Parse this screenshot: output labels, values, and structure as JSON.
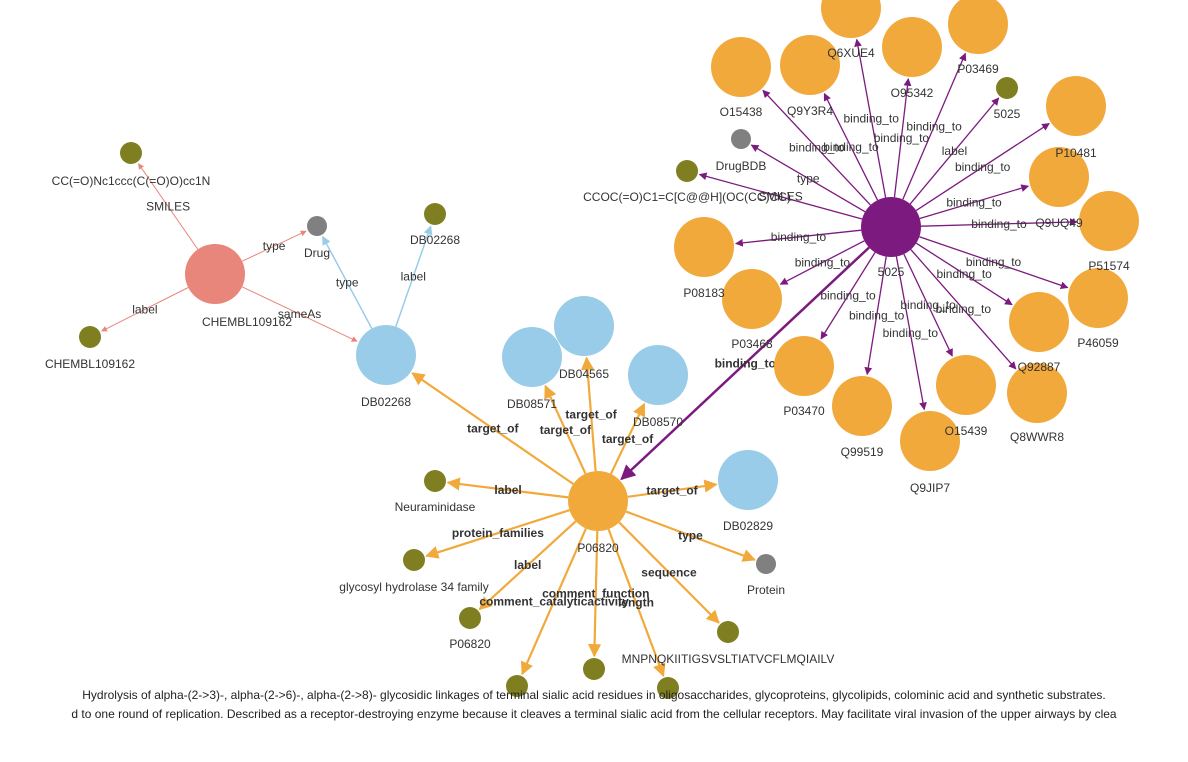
{
  "colors": {
    "chembl": "#e8867b",
    "drug_bank": "#99cce8",
    "protein_hub": "#f2a93c",
    "gene": "#7c1a7f",
    "literal": "#7f7f22",
    "class": "#808080",
    "uniprot": "#f2a93c",
    "edge_chembl": "#e8867b",
    "edge_drugbank": "#99cce8",
    "edge_protein": "#f2a93c",
    "edge_gene": "#7c1a7f"
  },
  "nodes": [
    {
      "id": "chembl",
      "label": "CHEMBL109162",
      "kind": "chembl"
    },
    {
      "id": "smiles1",
      "label": "CC(=O)Nc1ccc(C(=O)O)cc1N",
      "kind": "literal"
    },
    {
      "id": "drug",
      "label": "Drug",
      "kind": "class"
    },
    {
      "id": "chembl_lbl",
      "label": "CHEMBL109162",
      "kind": "literal"
    },
    {
      "id": "db02268",
      "label": "DB02268",
      "kind": "drug_bank"
    },
    {
      "id": "db02268_lbl",
      "label": "DB02268",
      "kind": "literal"
    },
    {
      "id": "db08571",
      "label": "DB08571",
      "kind": "drug_bank"
    },
    {
      "id": "db04565",
      "label": "DB04565",
      "kind": "drug_bank"
    },
    {
      "id": "db08570",
      "label": "DB08570",
      "kind": "drug_bank"
    },
    {
      "id": "db02829",
      "label": "DB02829",
      "kind": "drug_bank"
    },
    {
      "id": "p06820",
      "label": "P06820",
      "kind": "protein_hub"
    },
    {
      "id": "neuraminidase",
      "label": "Neuraminidase",
      "kind": "literal"
    },
    {
      "id": "family",
      "label": "glycosyl hydrolase 34 family",
      "kind": "literal"
    },
    {
      "id": "p06820_lbl",
      "label": "P06820",
      "kind": "literal"
    },
    {
      "id": "catalytic",
      "label": "",
      "kind": "literal"
    },
    {
      "id": "function",
      "label": "",
      "kind": "literal"
    },
    {
      "id": "length",
      "label": "",
      "kind": "literal"
    },
    {
      "id": "sequence",
      "label": "MNPNQKIITIGSVSLTIATVCFLMQIAILV",
      "kind": "literal"
    },
    {
      "id": "protein",
      "label": "Protein",
      "kind": "class"
    },
    {
      "id": "gene5025",
      "label": "5025",
      "kind": "gene"
    },
    {
      "id": "drugbdb",
      "label": "DrugBDB",
      "kind": "class"
    },
    {
      "id": "smiles2",
      "label": "CCOC(=O)C1=C[C@@H](OC(CC)CC)",
      "kind": "literal"
    },
    {
      "id": "g5025_lbl",
      "label": "5025",
      "kind": "literal"
    },
    {
      "id": "o15438",
      "label": "O15438",
      "kind": "uniprot"
    },
    {
      "id": "q9y3r4",
      "label": "Q9Y3R4",
      "kind": "uniprot"
    },
    {
      "id": "q6xue4",
      "label": "Q6XUE4",
      "kind": "uniprot"
    },
    {
      "id": "o95342",
      "label": "O95342",
      "kind": "uniprot"
    },
    {
      "id": "p03469",
      "label": "P03469",
      "kind": "uniprot"
    },
    {
      "id": "p10481",
      "label": "P10481",
      "kind": "uniprot"
    },
    {
      "id": "q9uq49",
      "label": "Q9UQ49",
      "kind": "uniprot"
    },
    {
      "id": "p51574",
      "label": "P51574",
      "kind": "uniprot"
    },
    {
      "id": "p46059",
      "label": "P46059",
      "kind": "uniprot"
    },
    {
      "id": "q92887",
      "label": "Q92887",
      "kind": "uniprot"
    },
    {
      "id": "q8wwr8",
      "label": "Q8WWR8",
      "kind": "uniprot"
    },
    {
      "id": "o15439",
      "label": "O15439",
      "kind": "uniprot"
    },
    {
      "id": "q9jip7",
      "label": "Q9JIP7",
      "kind": "uniprot"
    },
    {
      "id": "q99519",
      "label": "Q99519",
      "kind": "uniprot"
    },
    {
      "id": "p03470",
      "label": "P03470",
      "kind": "uniprot"
    },
    {
      "id": "p03468",
      "label": "P03468",
      "kind": "uniprot"
    },
    {
      "id": "p08183",
      "label": "P08183",
      "kind": "uniprot"
    }
  ],
  "edges": [
    {
      "from": "chembl",
      "to": "smiles1",
      "label": "SMILES",
      "group": "chembl"
    },
    {
      "from": "chembl",
      "to": "drug",
      "label": "type",
      "group": "chembl"
    },
    {
      "from": "chembl",
      "to": "chembl_lbl",
      "label": "label",
      "group": "chembl"
    },
    {
      "from": "chembl",
      "to": "db02268",
      "label": "sameAs",
      "group": "chembl"
    },
    {
      "from": "db02268",
      "to": "drug",
      "label": "type",
      "group": "drugbank"
    },
    {
      "from": "db02268",
      "to": "db02268_lbl",
      "label": "label",
      "group": "drugbank"
    },
    {
      "from": "p06820",
      "to": "db02268",
      "label": "target_of",
      "group": "protein"
    },
    {
      "from": "p06820",
      "to": "db08571",
      "label": "target_of",
      "group": "protein"
    },
    {
      "from": "p06820",
      "to": "db04565",
      "label": "target_of",
      "group": "protein"
    },
    {
      "from": "p06820",
      "to": "db08570",
      "label": "target_of",
      "group": "protein"
    },
    {
      "from": "p06820",
      "to": "db02829",
      "label": "target_of",
      "group": "protein"
    },
    {
      "from": "p06820",
      "to": "neuraminidase",
      "label": "label",
      "group": "protein"
    },
    {
      "from": "p06820",
      "to": "family",
      "label": "protein_families",
      "group": "protein"
    },
    {
      "from": "p06820",
      "to": "p06820_lbl",
      "label": "label",
      "group": "protein"
    },
    {
      "from": "p06820",
      "to": "catalytic",
      "label": "comment_catalyticactivity",
      "group": "protein"
    },
    {
      "from": "p06820",
      "to": "function",
      "label": "comment_function",
      "group": "protein"
    },
    {
      "from": "p06820",
      "to": "length",
      "label": "length",
      "group": "protein"
    },
    {
      "from": "p06820",
      "to": "sequence",
      "label": "sequence",
      "group": "protein"
    },
    {
      "from": "p06820",
      "to": "protein",
      "label": "type",
      "group": "protein"
    },
    {
      "from": "gene5025",
      "to": "p06820",
      "label": "binding_to",
      "group": "gene"
    },
    {
      "from": "gene5025",
      "to": "drugbdb",
      "label": "type",
      "group": "gene"
    },
    {
      "from": "gene5025",
      "to": "smiles2",
      "label": "SMILES",
      "group": "gene"
    },
    {
      "from": "gene5025",
      "to": "g5025_lbl",
      "label": "label",
      "group": "gene"
    },
    {
      "from": "gene5025",
      "to": "o15438",
      "label": "binding_to",
      "group": "gene"
    },
    {
      "from": "gene5025",
      "to": "q9y3r4",
      "label": "binding_to",
      "group": "gene"
    },
    {
      "from": "gene5025",
      "to": "q6xue4",
      "label": "binding_to",
      "group": "gene"
    },
    {
      "from": "gene5025",
      "to": "o95342",
      "label": "binding_to",
      "group": "gene"
    },
    {
      "from": "gene5025",
      "to": "p03469",
      "label": "binding_to",
      "group": "gene"
    },
    {
      "from": "gene5025",
      "to": "p10481",
      "label": "binding_to",
      "group": "gene"
    },
    {
      "from": "gene5025",
      "to": "q9uq49",
      "label": "binding_to",
      "group": "gene"
    },
    {
      "from": "gene5025",
      "to": "p51574",
      "label": "binding_to",
      "group": "gene"
    },
    {
      "from": "gene5025",
      "to": "p46059",
      "label": "binding_to",
      "group": "gene"
    },
    {
      "from": "gene5025",
      "to": "q92887",
      "label": "binding_to",
      "group": "gene"
    },
    {
      "from": "gene5025",
      "to": "q8wwr8",
      "label": "binding_to",
      "group": "gene"
    },
    {
      "from": "gene5025",
      "to": "o15439",
      "label": "binding_to",
      "group": "gene"
    },
    {
      "from": "gene5025",
      "to": "q9jip7",
      "label": "binding_to",
      "group": "gene"
    },
    {
      "from": "gene5025",
      "to": "q99519",
      "label": "binding_to",
      "group": "gene"
    },
    {
      "from": "gene5025",
      "to": "p03470",
      "label": "binding_to",
      "group": "gene"
    },
    {
      "from": "gene5025",
      "to": "p03468",
      "label": "binding_to",
      "group": "gene"
    },
    {
      "from": "gene5025",
      "to": "p08183",
      "label": "binding_to",
      "group": "gene"
    }
  ],
  "captions": [
    "Hydrolysis of alpha-(2->3)-, alpha-(2->6)-, alpha-(2->8)- glycosidic linkages of terminal sialic acid residues in oligosaccharides, glycoproteins, glycolipids, colominic acid and synthetic substrates.",
    "d to one round of replication. Described as a receptor-destroying enzyme because it cleaves a terminal sialic acid from the cellular receptors. May facilitate viral invasion of the upper airways by clea"
  ]
}
